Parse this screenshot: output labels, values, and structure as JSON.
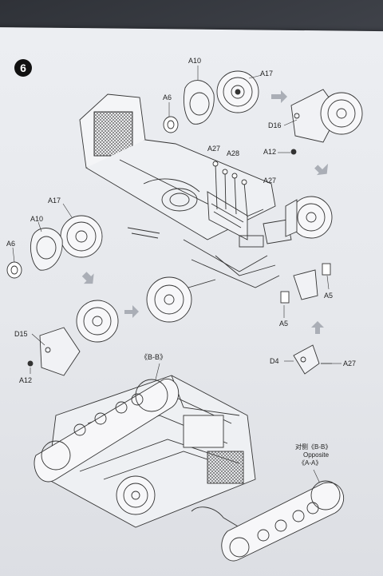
{
  "step": {
    "number": "6"
  },
  "labels": {
    "a10_top": "A10",
    "a17_top": "A17",
    "a6_top": "A6",
    "d16": "D16",
    "a12_top": "A12",
    "a27_a": "A27",
    "a28": "A28",
    "a27_b": "A27",
    "a17_left": "A17",
    "a10_left": "A10",
    "a6_left": "A6",
    "a5_right": "A5",
    "a5_bottom": "A5",
    "d15": "D15",
    "a12_left": "A12",
    "d4": "D4",
    "a27_c": "A27",
    "bb": "《B-B》"
  },
  "note": {
    "line1": "对侧《B-B》",
    "line2": "Opposite",
    "line3": "《A-A》"
  }
}
